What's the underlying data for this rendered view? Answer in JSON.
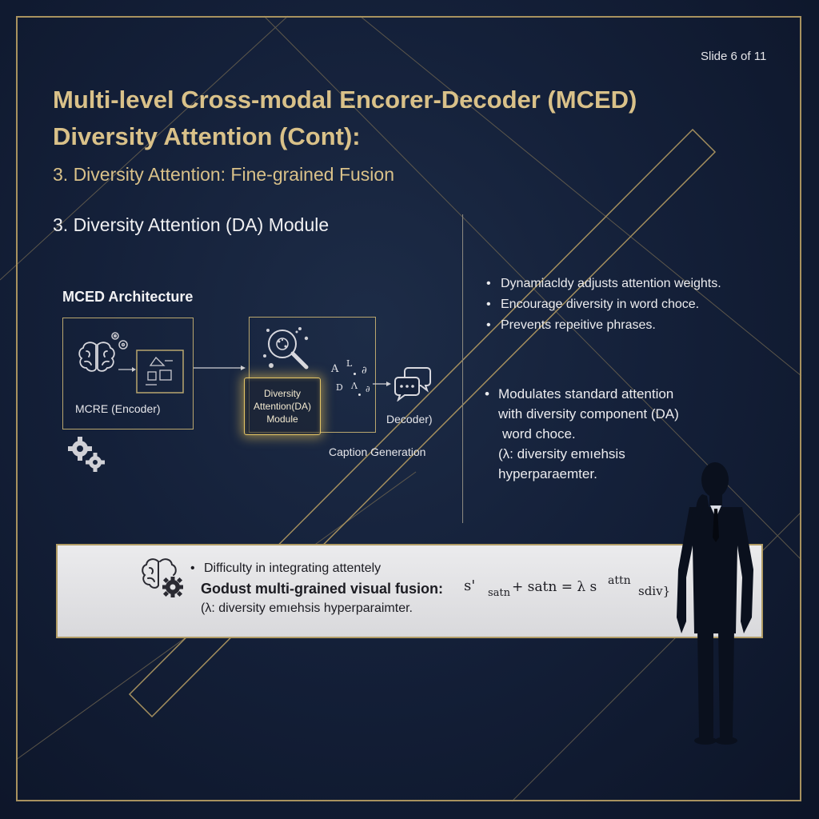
{
  "slide_number": "Slide 6 of 11",
  "title": {
    "line1": "Multi-level Cross-modal Encorer-Decoder (MCED)",
    "line2": "Diversity Attention (Cont):"
  },
  "subtitle1": "3. Diversity Attention: Fine-grained Fusion",
  "subtitle2": "3. Diversity Attention (DA) Module",
  "architecture": {
    "title": "MCED Architecture",
    "encoder_label": "MCRE (Encoder)",
    "da_module": {
      "line1": "Diversity",
      "line2": "Attention(DA)",
      "line3": "Module"
    },
    "decoder_label": "Decoder)",
    "caption_label": "Caption Generation",
    "glyphs": [
      "A",
      "L",
      "∂",
      "D",
      "Ʌ",
      "∂"
    ]
  },
  "right_bullets": [
    "Dynamiacldy adjusts attention weights.",
    "Encourage diversity in word choce.",
    "Prevents repeitive phrases."
  ],
  "right_para": {
    "line1": "Modulates standard attention",
    "line2": "with diversity component (DA)",
    "line3": "word choce.",
    "line4": "(λ: diversity emıehsis",
    "line5": "hyperparaemter."
  },
  "band": {
    "bullet": "Difficulty in integrating attentely",
    "bold_label": "Godust multi-grained visual fusion:",
    "f1": "s'",
    "f2": "satn",
    "f3": "+ satn = λ s",
    "f4": "attn",
    "f5": "sdiv}",
    "note": "(λ: diversity emıehsis hyperparaimter."
  },
  "colors": {
    "gold": "#d9c189",
    "frame": "#a8925f",
    "glow": "#e7c766",
    "background": "#142039"
  }
}
